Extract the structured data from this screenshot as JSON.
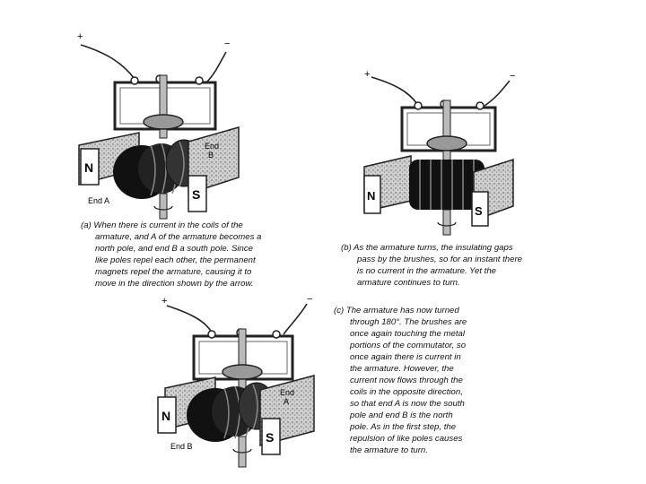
{
  "figure_a": {
    "plus": "+",
    "minus": "−",
    "pole_n": "N",
    "pole_s": "S",
    "end_a": "End A",
    "end_b_line1": "End",
    "end_b_line2": "B",
    "caption_lines": [
      "(a)  When there is current in the coils of the",
      "armature, and A of the armature becomes a",
      "north pole, and end B a south pole. Since",
      "like poles repel each other, the permanent",
      "magnets repel the armature, causing it to",
      "move in the direction shown by the arrow."
    ]
  },
  "figure_b": {
    "plus": "+",
    "minus": "−",
    "pole_n": "N",
    "pole_s": "S",
    "caption_lines": [
      "(b)  As the armature turns, the insulating gaps",
      "pass by the brushes, so for an instant there",
      "is no current in the armature. Yet the",
      "armature continues to turn."
    ]
  },
  "figure_c": {
    "plus": "+",
    "minus": "−",
    "pole_n": "N",
    "pole_s": "S",
    "end_a_line1": "End",
    "end_a_line2": "A",
    "end_b": "End B",
    "caption_lines": [
      "(c)  The armature has now turned",
      "through 180°. The brushes are",
      "once again touching the metal",
      "portions of the commutator, so",
      "once again there is current in",
      "the armature. However, the",
      "current now flows through the",
      "coils in the opposite direction,",
      "so that end A is now the south",
      "pole and end B is the north",
      "pole. As in the first step, the",
      "repulsion of like poles causes",
      "the armature to turn."
    ]
  }
}
